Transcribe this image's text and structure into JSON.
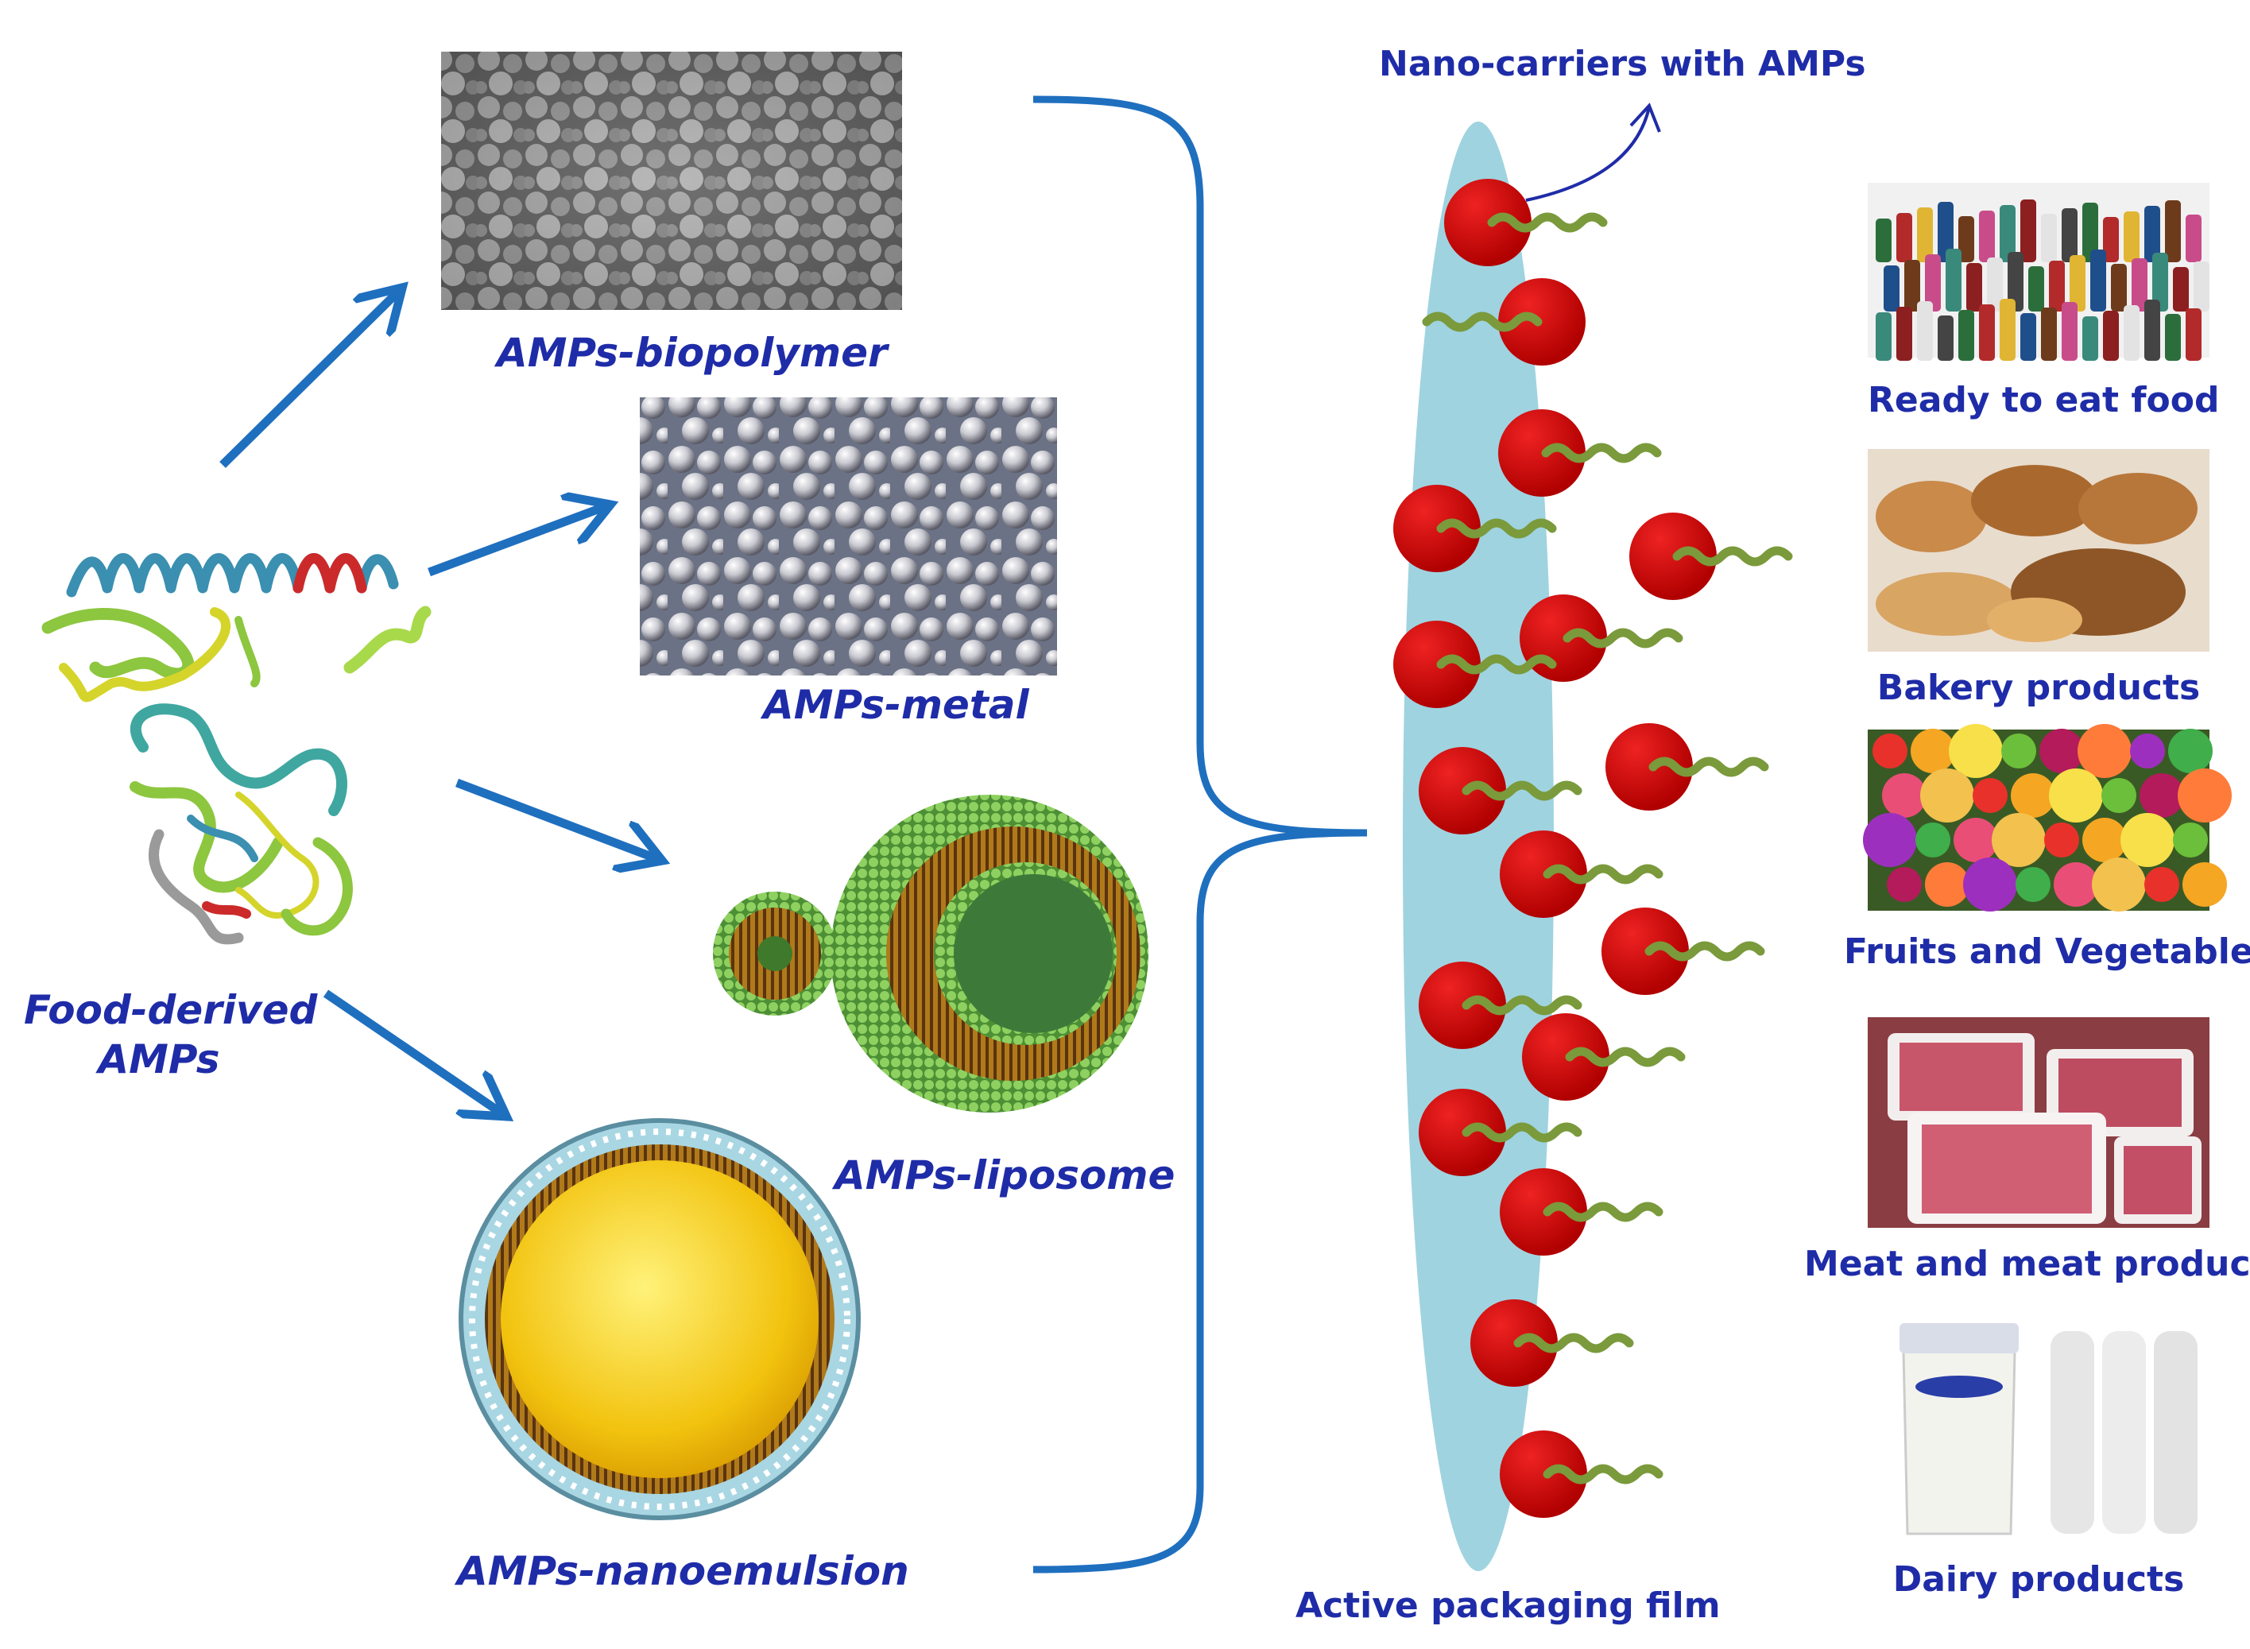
{
  "labels": {
    "food_derived": [
      "Food-derived",
      "AMPs"
    ],
    "biopolymer": "AMPs-biopolymer",
    "metal": "AMPs-metal",
    "liposome": "AMPs-liposome",
    "nanoemulsion": "AMPs-nanoemulsion",
    "nano_carriers": "Nano-carriers with AMPs",
    "active_film": "Active packaging film"
  },
  "applications": [
    "Ready to eat food",
    "Bakery products",
    "Fruits and Vegetables",
    "Meat  and meat products",
    "Dairy products"
  ],
  "colors": {
    "label_text": "#1f2ca8",
    "arrow": "#1f6fbf",
    "film": "#9fd3e0",
    "carrier": "#cc0000",
    "peptide_tail": "#7a9a3c"
  }
}
